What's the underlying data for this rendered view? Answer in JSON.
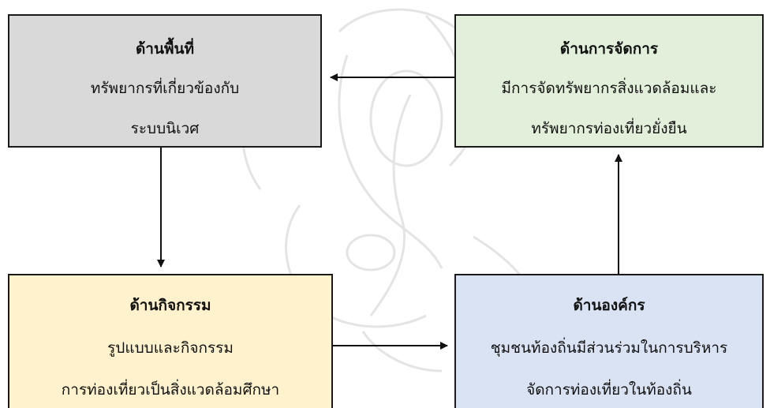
{
  "boxes": {
    "area": {
      "title": "ด้านพื้นที่",
      "line1": "ทรัพยากรที่เกี่ยวข้องกับ",
      "line2": "ระบบนิเวศ",
      "color": "#d9d9d9"
    },
    "management": {
      "title": "ด้านการจัดการ",
      "line1": "มีการจัดทรัพยากรสิ่งแวดล้อมและ",
      "line2": "ทรัพยากรท่องเที่ยวยั่งยืน",
      "color": "#e2efda"
    },
    "activity": {
      "title": "ด้านกิจกรรม",
      "line1": "รูปแบบและกิจกรรม",
      "line2": "การท่องเที่ยวเป็นสิ่งแวดล้อมศึกษา",
      "color": "#fff2cc"
    },
    "organization": {
      "title": "ด้านองค์กร",
      "line1": "ชุมชนท้องถิ่นมีส่วนร่วมในการบริหาร",
      "line2": "จัดการท่องเที่ยวในท้องถิ่น",
      "color": "#dae3f3"
    }
  },
  "connections": [
    {
      "from": "management",
      "to": "area"
    },
    {
      "from": "area",
      "to": "activity"
    },
    {
      "from": "activity",
      "to": "organization"
    },
    {
      "from": "organization",
      "to": "management"
    }
  ]
}
